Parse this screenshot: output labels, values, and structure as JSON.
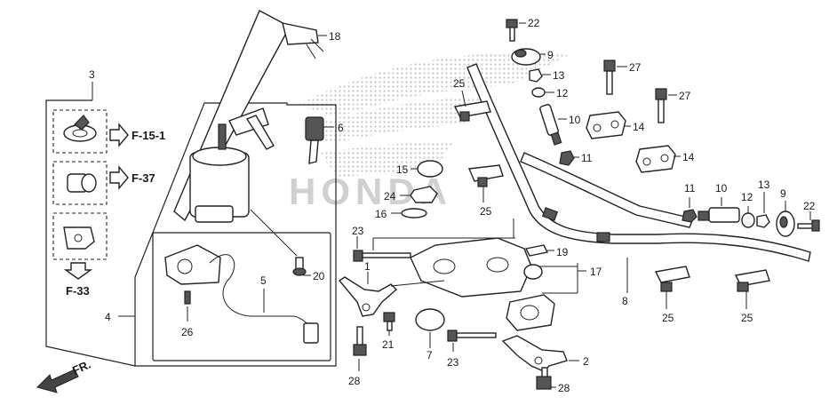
{
  "callouts": {
    "c1": "1",
    "c2": "2",
    "c3": "3",
    "c4": "4",
    "c5": "5",
    "c6": "6",
    "c7": "7",
    "c8": "8",
    "c9a": "9",
    "c9b": "9",
    "c10a": "10",
    "c10b": "10",
    "c11a": "11",
    "c11b": "11",
    "c12a": "12",
    "c12b": "12",
    "c13a": "13",
    "c13b": "13",
    "c14a": "14",
    "c14b": "14",
    "c15": "15",
    "c16": "16",
    "c17": "17",
    "c18": "18",
    "c19": "19",
    "c20": "20",
    "c21": "21",
    "c22a": "22",
    "c22b": "22",
    "c23a": "23",
    "c23b": "23",
    "c24": "24",
    "c25a": "25",
    "c25b": "25",
    "c25c": "25",
    "c25d": "25",
    "c26": "26",
    "c27a": "27",
    "c27b": "27",
    "c28a": "28",
    "c28b": "28"
  },
  "refs": {
    "r1": "F-15-1",
    "r2": "F-37",
    "r3": "F-33"
  },
  "direction": "FR.",
  "watermark": "HONDA",
  "colors": {
    "line": "#222222",
    "watermark": "#c8c8c8",
    "paper": "#ffffff"
  }
}
